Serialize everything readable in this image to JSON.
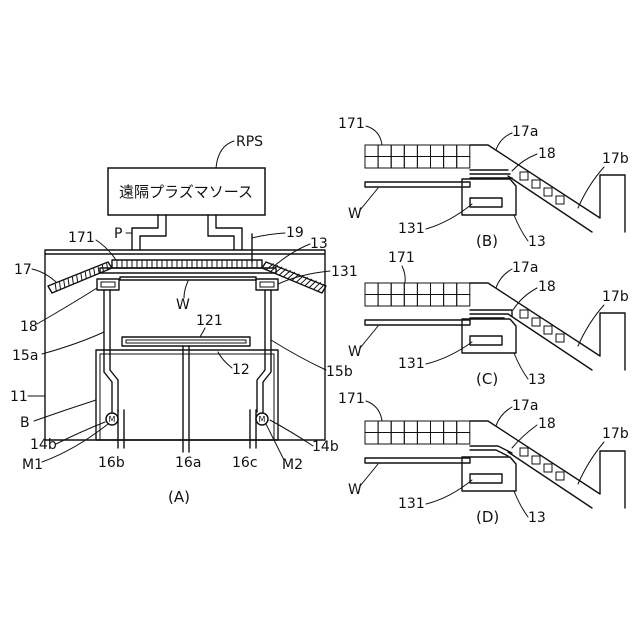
{
  "figure": {
    "panel_a": {
      "rps": "RPS",
      "rps_box": "遠隔プラズマソース",
      "p": "P",
      "l171": "171",
      "l19": "19",
      "l13": "13",
      "l17": "17",
      "l131": "131",
      "w": "W",
      "l121": "121",
      "l18": "18",
      "l15a": "15a",
      "l12": "12",
      "l15b": "15b",
      "l11": "11",
      "b": "B",
      "l14b_left": "14b",
      "l14b_right": "14b",
      "m1": "M1",
      "m2": "M2",
      "l16b": "16b",
      "l16a": "16a",
      "l16c": "16c",
      "motor_symbol": "M",
      "caption": "(A)"
    },
    "panel_b": {
      "l171": "171",
      "l17a": "17a",
      "l18": "18",
      "l17b": "17b",
      "w": "W",
      "l131": "131",
      "caption": "(B)",
      "l13": "13"
    },
    "panel_c": {
      "l171": "171",
      "l17a": "17a",
      "l18": "18",
      "l17b": "17b",
      "w": "W",
      "l131": "131",
      "caption": "(C)",
      "l13": "13"
    },
    "panel_d": {
      "l171": "171",
      "l17a": "17a",
      "l18": "18",
      "l17b": "17b",
      "w": "W",
      "l131": "131",
      "caption": "(D)",
      "l13": "13"
    }
  }
}
